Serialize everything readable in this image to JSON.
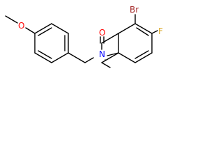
{
  "molecule": {
    "atoms": {
      "br": {
        "symbol": "Br",
        "color": "#a52a2a"
      },
      "f": {
        "symbol": "F",
        "color": "#daa520"
      },
      "o_carbonyl": {
        "symbol": "O",
        "color": "#ff0000"
      },
      "n": {
        "symbol": "N",
        "color": "#0000ff"
      },
      "o_methoxy": {
        "symbol": "O",
        "color": "#ff0000"
      }
    },
    "bond_color": "#000000"
  }
}
